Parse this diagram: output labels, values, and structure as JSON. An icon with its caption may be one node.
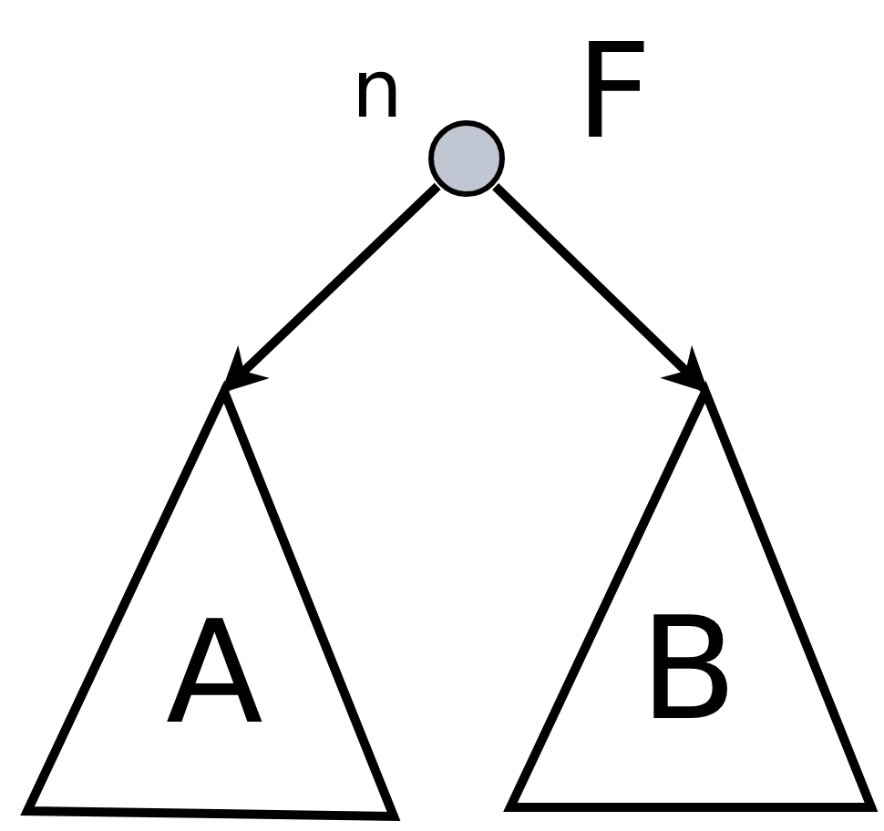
{
  "diagram": {
    "nodes": [
      {
        "text": [],
        "shape": "circle",
        "beside": [
          "n",
          "F"
        ]
      },
      {
        "text": [
          "A"
        ]
      },
      {
        "text": [
          "B"
        ]
      }
    ],
    "edges": [
      {
        "from": 0,
        "to": 1,
        "arrow": "to"
      },
      {
        "from": 0,
        "to": 2,
        "arrow": "to"
      }
    ]
  }
}
